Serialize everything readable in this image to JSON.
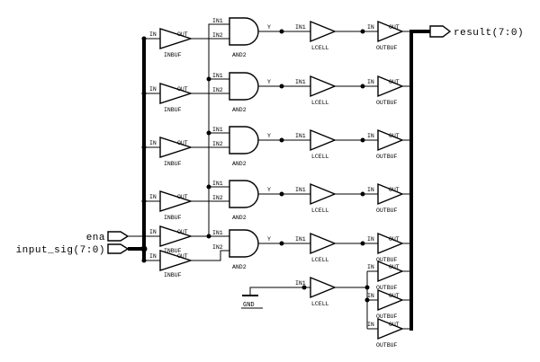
{
  "diagram": {
    "kind": "logic-schematic"
  },
  "ports": {
    "ena": "ena",
    "input_sig": "input_sig(7:0)",
    "result": "result(7:0)"
  },
  "net_labels": {
    "gnd": "GND"
  },
  "labels": {
    "in": "IN",
    "out": "OUT",
    "inbuf": "INBUF",
    "in1": "IN1",
    "in2": "IN2",
    "y": "Y",
    "and2": "AND2",
    "lcell": "LCELL",
    "outbuf": "OUTBUF"
  },
  "component_counts": {
    "inbuf": 6,
    "and2": 5,
    "lcell": 6,
    "outbuf": 8
  },
  "colors": {
    "wire": "#000000",
    "background": "#ffffff",
    "symbol_fill": "#ffffff"
  }
}
